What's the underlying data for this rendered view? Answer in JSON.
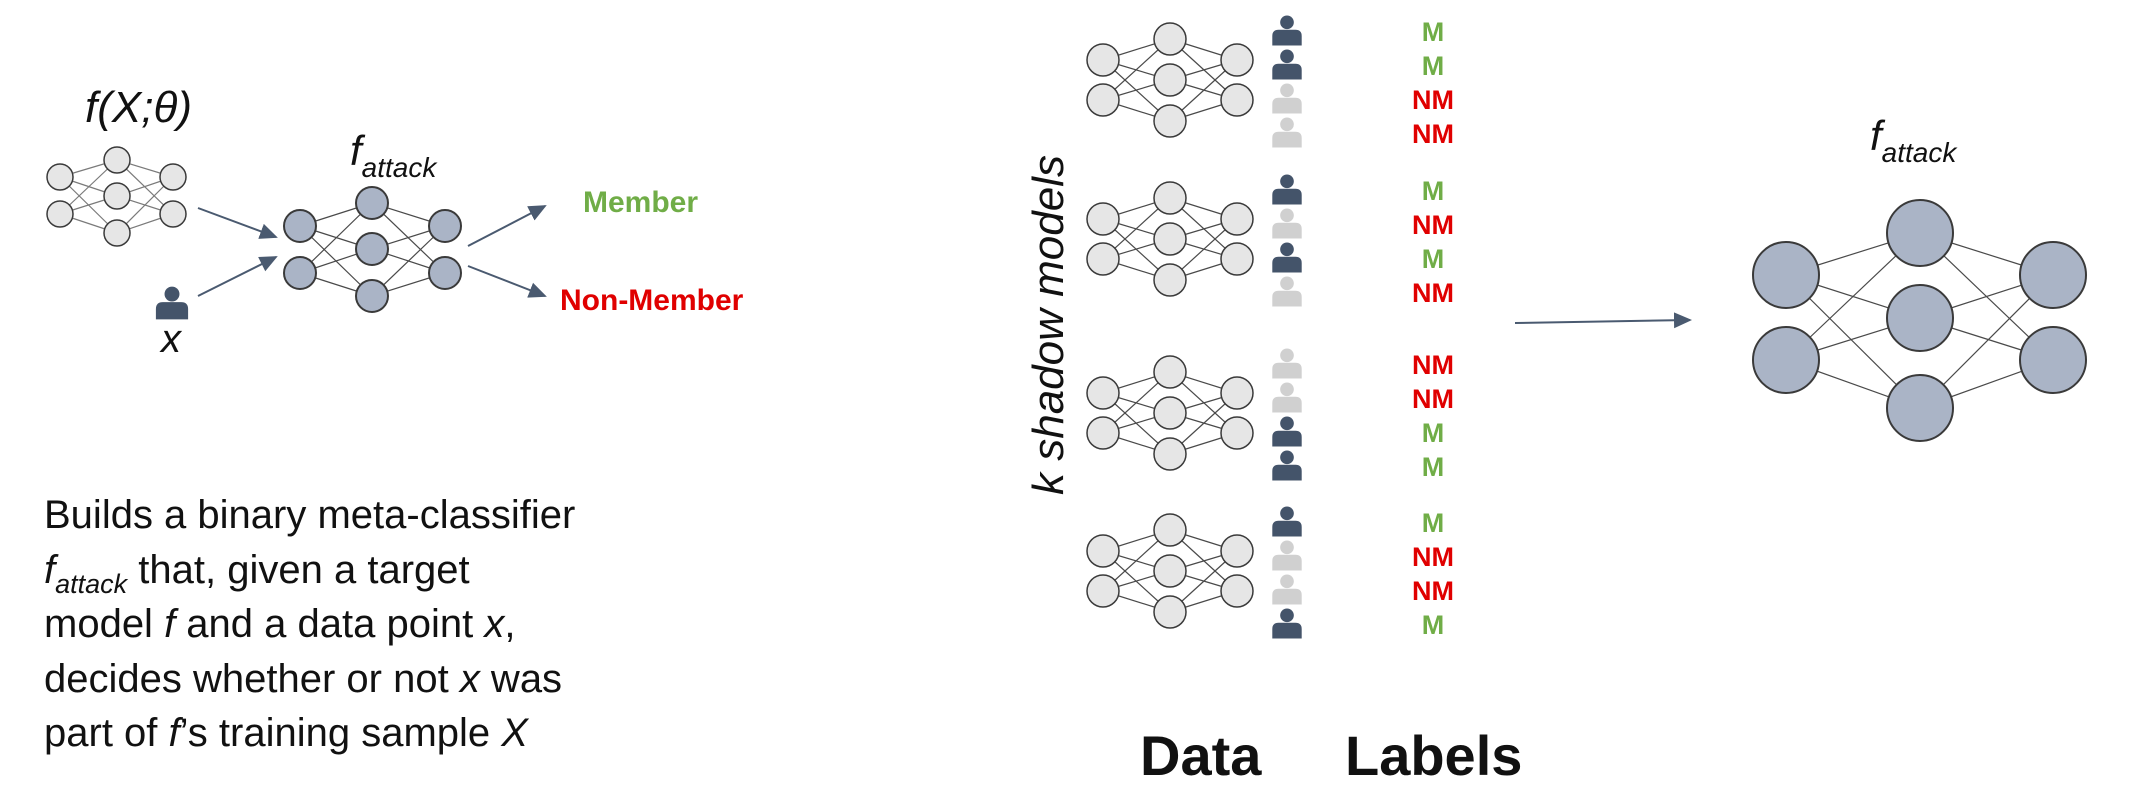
{
  "colors": {
    "member": "#70ad47",
    "non_member": "#e00000",
    "person_dark": "#44546a",
    "person_light": "#d0d0d0",
    "node_blue": "#aab4c6",
    "node_light": "#e6e6e6"
  },
  "left": {
    "target_model_label": "f(X;θ)",
    "attack_model_label": {
      "base": "f",
      "sub": "attack"
    },
    "data_point_label": "x",
    "outputs": {
      "member": "Member",
      "non_member": "Non-Member"
    },
    "description": {
      "line1": "Builds a binary meta-classifier",
      "line2_f": "f",
      "line2_sub": "attack",
      "line2_rest": " that, given a target",
      "line3_a": "model ",
      "line3_f": "f",
      "line3_b": " and a data point ",
      "line3_x": "x",
      "line3_c": ",",
      "line4_a": "decides whether or not ",
      "line4_x": "x",
      "line4_b": " was",
      "line5_a": "part of ",
      "line5_f": "f",
      "line5_b": "’s training sample ",
      "line5_X": "X"
    }
  },
  "right": {
    "shadow_label": "k shadow models",
    "attack_model_label": {
      "base": "f",
      "sub": "attack"
    },
    "footer_data": "Data",
    "footer_labels": "Labels",
    "groups": [
      {
        "people": [
          "dark",
          "dark",
          "light",
          "light"
        ],
        "labels": [
          "M",
          "M",
          "NM",
          "NM"
        ]
      },
      {
        "people": [
          "dark",
          "light",
          "dark",
          "light"
        ],
        "labels": [
          "M",
          "NM",
          "M",
          "NM"
        ]
      },
      {
        "people": [
          "light",
          "light",
          "dark",
          "dark"
        ],
        "labels": [
          "NM",
          "NM",
          "M",
          "M"
        ]
      },
      {
        "people": [
          "dark",
          "light",
          "light",
          "dark"
        ],
        "labels": [
          "M",
          "NM",
          "NM",
          "M"
        ]
      }
    ]
  }
}
